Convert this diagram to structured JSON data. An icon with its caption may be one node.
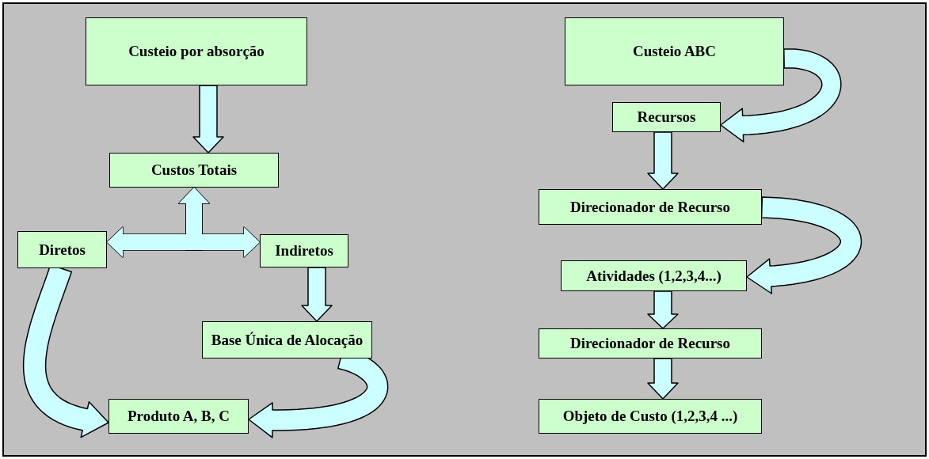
{
  "diagram": {
    "nodes": [
      {
        "text": [
          "Custeio por absorção"
        ]
      },
      {
        "text": [
          "Custos Totais"
        ]
      },
      {
        "text": [
          "Diretos"
        ]
      },
      {
        "text": [
          "Indiretos"
        ]
      },
      {
        "text": [
          "Base Única de Alocação"
        ]
      },
      {
        "text": [
          "Produto A, B, C"
        ]
      },
      {
        "text": [
          "Custeio ABC"
        ]
      },
      {
        "text": [
          "Recursos"
        ]
      },
      {
        "text": [
          "Direcionador de Recurso"
        ]
      },
      {
        "text": [
          "Atividades (1,2,3,4...)"
        ]
      },
      {
        "text": [
          "Direcionador de Recurso"
        ]
      },
      {
        "text": [
          "Objeto de Custo (1,2,3,4 ...)"
        ]
      }
    ],
    "edges": [
      {
        "from": 0,
        "to": 1,
        "arrow": "to"
      },
      {
        "from": 1,
        "to": 2,
        "arrow": "both"
      },
      {
        "from": 1,
        "to": 3,
        "arrow": "both"
      },
      {
        "from": 3,
        "to": 4,
        "arrow": "to"
      },
      {
        "from": 2,
        "to": 5,
        "arrow": "to"
      },
      {
        "from": 4,
        "to": 5,
        "arrow": "to"
      },
      {
        "from": 6,
        "to": 7,
        "arrow": "to"
      },
      {
        "from": 7,
        "to": 8,
        "arrow": "to"
      },
      {
        "from": 8,
        "to": 9,
        "arrow": "to"
      },
      {
        "from": 9,
        "to": 10,
        "arrow": "to"
      },
      {
        "from": 10,
        "to": 11,
        "arrow": "to"
      }
    ]
  }
}
